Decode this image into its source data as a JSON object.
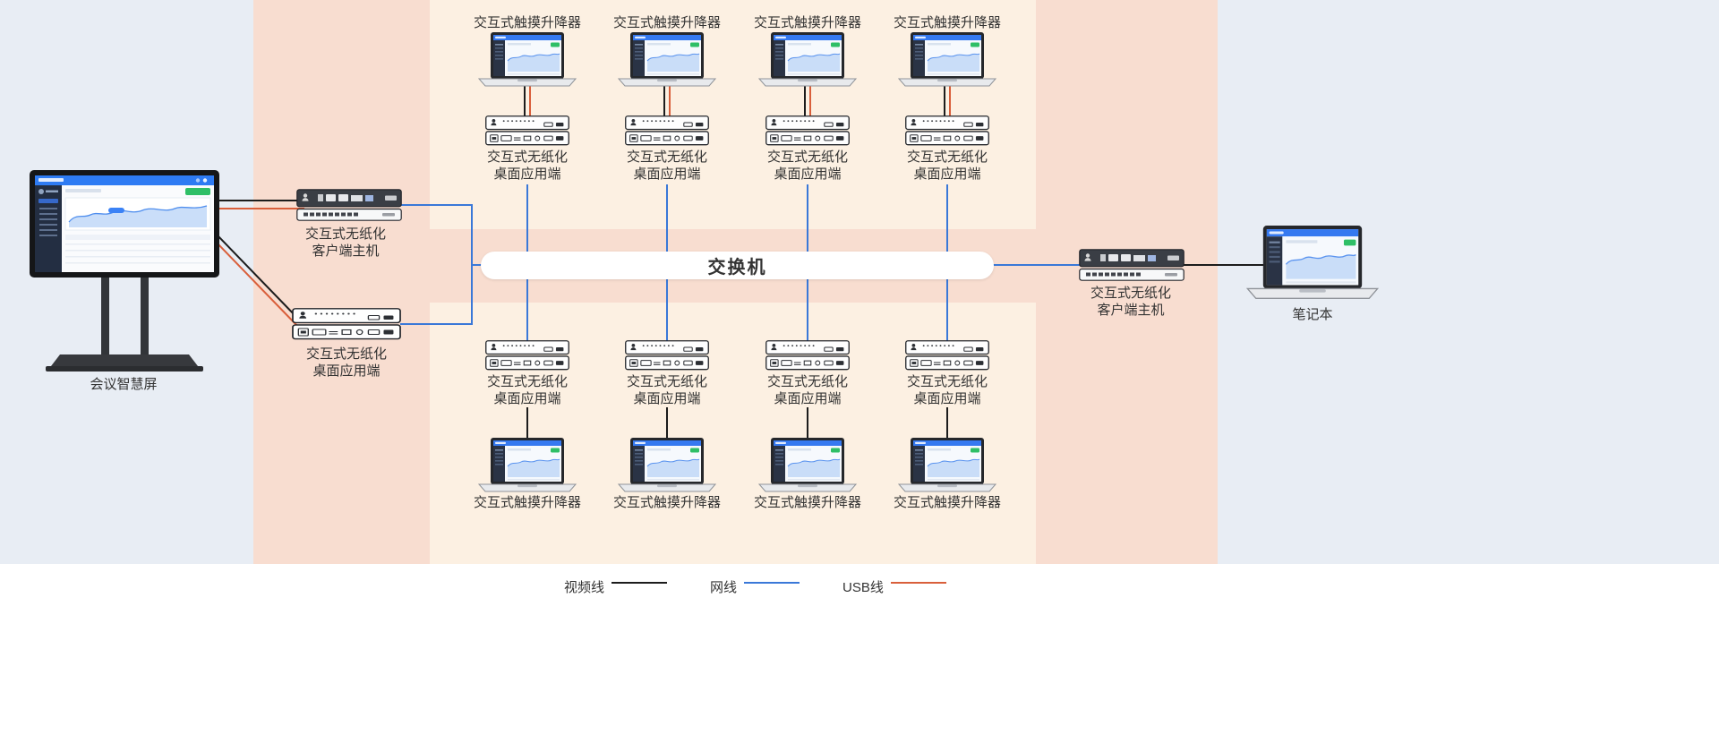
{
  "colors": {
    "video_line": "#1c1c1c",
    "network_line": "#3a78d8",
    "usb_line": "#d95f3b",
    "band_blue": "#e8edf4",
    "band_peach": "#f8ddd0",
    "band_cream": "#fcf0e2"
  },
  "nodes": {
    "smart_screen": "会议智慧屏",
    "client_host_l1": "交互式无纸化",
    "client_host_l2": "客户端主机",
    "desktop_app_l1": "交互式无纸化",
    "desktop_app_l2": "桌面应用端",
    "touch_lifter": "交互式触摸升降器",
    "switch": "交换机",
    "notebook": "笔记本"
  },
  "legend": {
    "video": "视频线",
    "network": "网线",
    "usb": "USB线"
  }
}
